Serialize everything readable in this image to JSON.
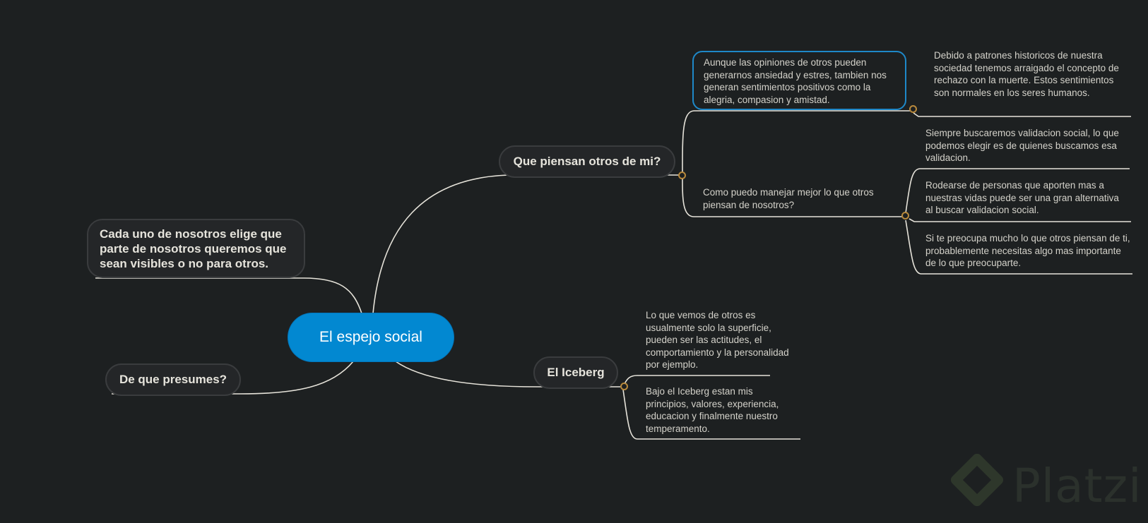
{
  "central": {
    "label": "El espejo social",
    "color": "#0288d1"
  },
  "topics": {
    "que_piensan": "Que piensan otros de mi?",
    "iceberg": "El Iceberg",
    "presumes": "De que presumes?",
    "cada_uno": "Cada uno de nosotros elige que parte de nosotros queremos que sean visibles o no para otros."
  },
  "subtopics": {
    "aunque": "Aunque las opiniones de otros pueden generarnos ansiedad y estres, tambien nos generan sentimientos positivos como la alegria, compasion y amistad.",
    "como_puedo": "Como puedo manejar mejor lo que otros piensan de nosotros?",
    "lo_que_vemos": "Lo que vemos de otros es usualmente solo la superficie, pueden ser las actitudes, el comportamiento y la personalidad por ejemplo.",
    "bajo_iceberg": "Bajo el Iceberg estan mis principios, valores, experiencia, educacion y finalmente nuestro temperamento."
  },
  "details": {
    "debido": "Debido a patrones historicos de nuestra sociedad tenemos arraigado el concepto de rechazo con la muerte. Estos sentimientos son normales en los seres humanos.",
    "siempre": "Siempre buscaremos validacion social, lo que podemos elegir es de quienes buscamos esa validacion.",
    "rodearse": "Rodearse de personas que aporten mas a nuestras vidas puede ser una gran alternativa al buscar validacion social.",
    "si_te": "Si te preocupa mucho lo que otros piensan de ti, probablemente necesitas algo mas importante de lo que preocuparte."
  },
  "watermark": {
    "logo": "platzi-logo-icon",
    "text": "Platzi"
  },
  "colors": {
    "background": "#1d2021",
    "connector": "#e6e3da",
    "selected_border": "#1e88c8",
    "knob": "#b8893c"
  }
}
